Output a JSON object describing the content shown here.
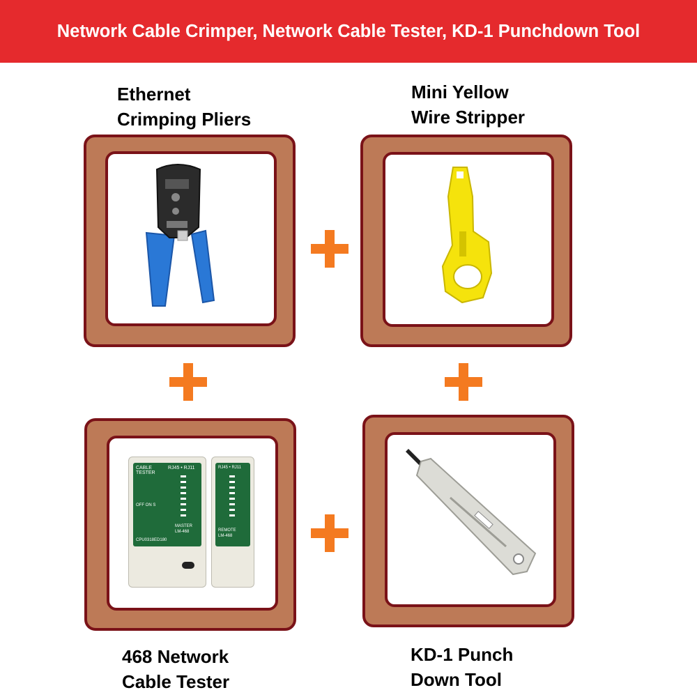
{
  "banner": {
    "title": "Network Cable Crimper, Network Cable Tester, KD-1 Punchdown Tool"
  },
  "products": [
    {
      "line1": "Ethernet",
      "line2": "Crimping Pliers",
      "icon": "crimping-pliers-image"
    },
    {
      "line1": "Mini Yellow",
      "line2": "Wire Stripper",
      "icon": "wire-stripper-image"
    },
    {
      "line1": "468 Network",
      "line2": "Cable Tester",
      "icon": "cable-tester-image"
    },
    {
      "line1": "KD-1 Punch",
      "line2": "Down Tool",
      "icon": "punch-down-tool-image"
    }
  ],
  "tester": {
    "left_top": "CABLE TESTER",
    "left_rj": "RJ45 • RJ11",
    "left_switch": "OFF ON S",
    "left_master": "MASTER",
    "left_model": "LM-468",
    "left_serial": "CPU0318ED180",
    "right_rj": "RJ45 • RJ11",
    "right_remote": "REMOTE",
    "right_model": "LM-468"
  },
  "colors": {
    "banner": "#e52a2d",
    "frame": "#bd7a57",
    "frame_border": "#7a1218",
    "plus": "#f47a20"
  }
}
